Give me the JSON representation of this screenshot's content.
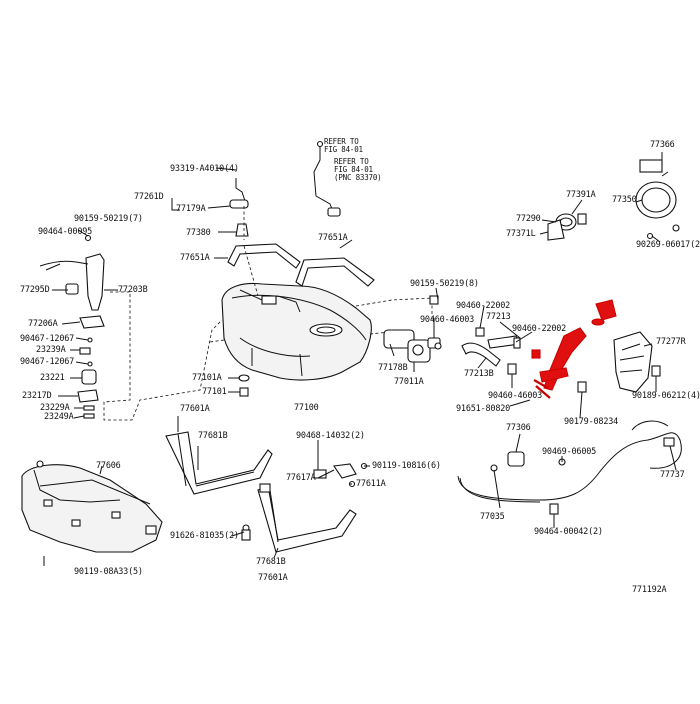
{
  "diagram_id": "771192A",
  "refs": {
    "ref1_line1": "REFER TO",
    "ref1_line2": "FIG 84-01",
    "ref2_line1": "REFER TO",
    "ref2_line2": "FIG 84-01",
    "ref2_line3": "(PNC 83370)"
  },
  "labels": {
    "p93319": "93319-A4010(4)",
    "p77261D": "77261D",
    "p77179A": "77179A",
    "p77380": "77380",
    "p77651A_top": "77651A",
    "p77651A_left": "77651A",
    "p90159_7": "90159-50219(7)",
    "p90464_95": "90464-00095",
    "p77295D": "77295D",
    "p77203B": "77203B",
    "p77206A": "77206A",
    "p90467_a": "90467-12067",
    "p23239A": "23239A",
    "p90467_b": "90467-12067",
    "p23221": "23221",
    "p23217D": "23217D",
    "p23229A": "23229A",
    "p23249A": "23249A",
    "p77101A": "77101A",
    "p77101": "77101",
    "p77100": "77100",
    "p77601A_top": "77601A",
    "p77681B_top": "77681B",
    "p77606": "77606",
    "p91626": "91626-81035(2)",
    "p90119_5": "90119-08A33(5)",
    "p77681B_bot": "77681B",
    "p77601A_bot": "77601A",
    "p90468": "90468-14032(2)",
    "p77617A": "77617A",
    "p90119_6": "90119-10816(6)",
    "p77611A": "77611A",
    "p90159_8": "90159-50219(8)",
    "p90460_22002_a": "90460-22002",
    "p77213": "77213",
    "p90460_46003_a": "90460-46003",
    "p90460_22002_b": "90460-22002",
    "p77178B": "77178B",
    "p77011A": "77011A",
    "p77213B": "77213B",
    "p90460_46003_b": "90460-46003",
    "p91651": "91651-80820",
    "p90179": "90179-08234",
    "p77277R": "77277R",
    "p90189": "90189-06212(4)",
    "p77306": "77306",
    "p90469": "90469-06005",
    "p77035": "77035",
    "p90464_42": "90464-00042(2)",
    "p77737": "77737",
    "p77366": "77366",
    "p77391A": "77391A",
    "p77350": "77350",
    "p77290": "77290",
    "p77371L": "77371L",
    "p90269": "90269-06017(2)"
  },
  "colors": {
    "line": "#111111",
    "highlight": "#e01010"
  }
}
